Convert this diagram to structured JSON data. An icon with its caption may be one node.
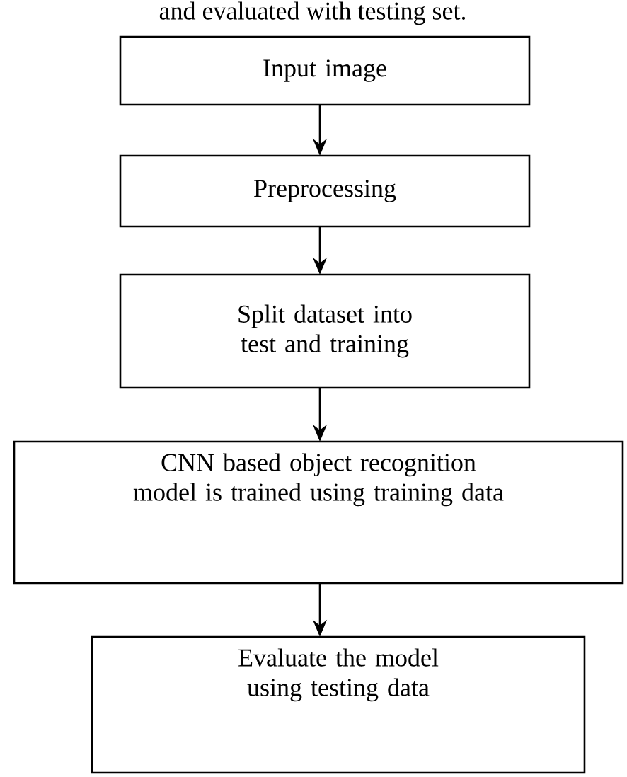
{
  "diagram": {
    "nodes": [
      {
        "text": [
          "Input image"
        ]
      },
      {
        "text": [
          "Preprocessing"
        ]
      },
      {
        "text": [
          "Split dataset into test and training"
        ]
      },
      {
        "text": [
          "CNN based object recognition model is trained using training data"
        ]
      },
      {
        "text": [
          "Evaluate the model using testing data"
        ]
      }
    ],
    "edges": [
      {
        "from": 0,
        "to": 1,
        "arrow": "to"
      },
      {
        "from": 1,
        "to": 2,
        "arrow": "to"
      },
      {
        "from": 2,
        "to": 3,
        "arrow": "to"
      },
      {
        "from": 3,
        "to": 4,
        "arrow": "to"
      }
    ],
    "labels": [
      "and evaluated with testing set."
    ]
  }
}
